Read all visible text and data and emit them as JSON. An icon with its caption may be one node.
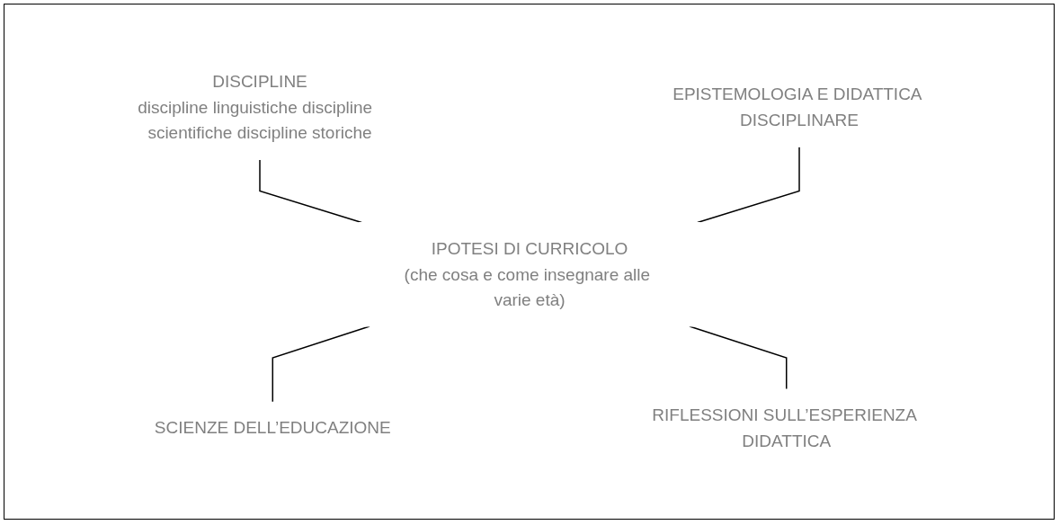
{
  "diagram": {
    "nodes": [
      {
        "text": [
          "DISCIPLINE",
          "discipline linguistiche discipline  scientifiche discipline storiche"
        ]
      },
      {
        "text": [
          "EPISTEMOLOGIA E DIDATTICA DISCIPLINARE"
        ]
      },
      {
        "text": [
          "IPOTESI DI CURRICOLO",
          "(che cosa e come insegnare alle varie età)"
        ]
      },
      {
        "text": [
          "SCIENZE DELL’EDUCAZIONE"
        ]
      },
      {
        "text": [
          "RIFLESSIONI SULL’ESPERIENZA DIDATTICA"
        ]
      }
    ],
    "edges": [
      {
        "from": 0,
        "to": 2,
        "arrow": "none"
      },
      {
        "from": 1,
        "to": 2,
        "arrow": "none"
      },
      {
        "from": 2,
        "to": 3,
        "arrow": "none"
      },
      {
        "from": 2,
        "to": 4,
        "arrow": "none"
      }
    ]
  }
}
